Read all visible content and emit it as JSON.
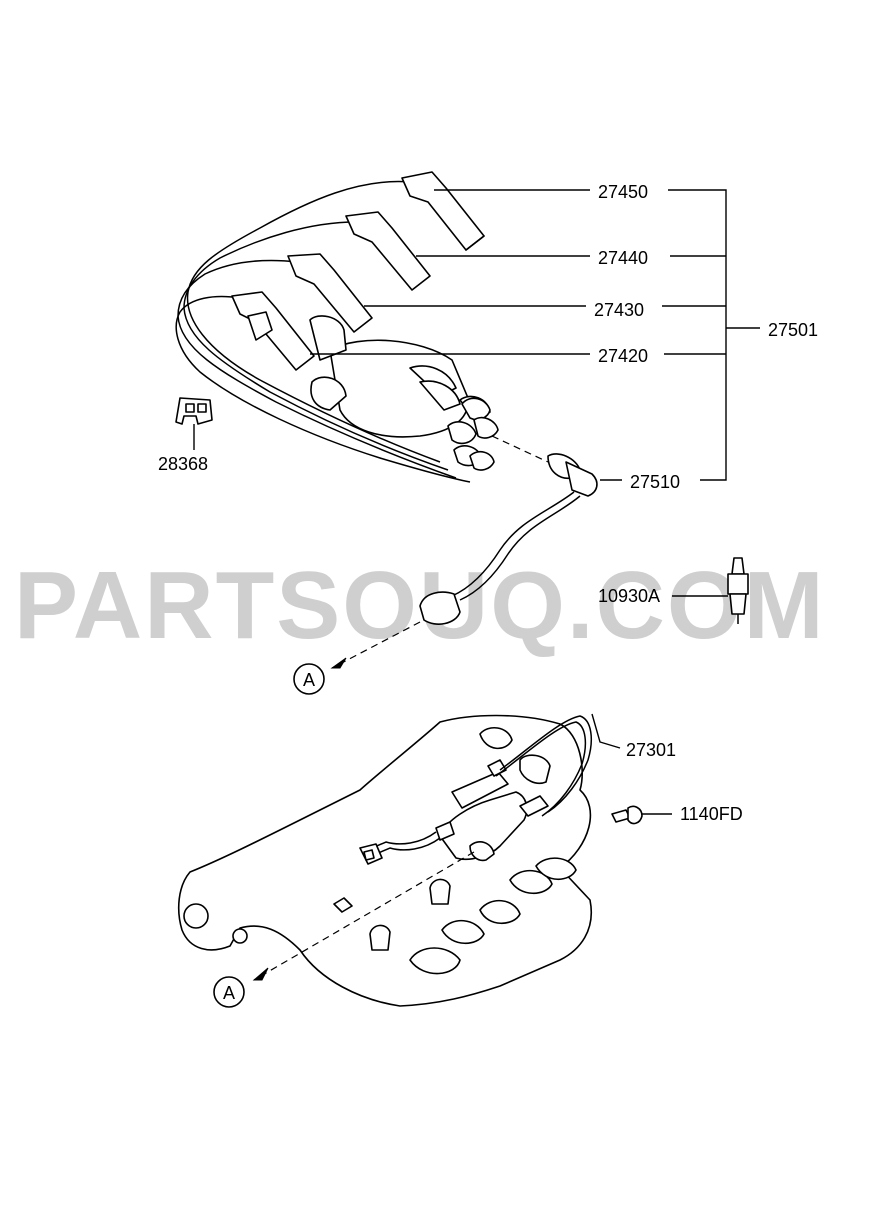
{
  "watermark": "PARTSOUQ.COM",
  "callouts": {
    "p27450": "27450",
    "p27440": "27440",
    "p27430": "27430",
    "p27420": "27420",
    "p27501": "27501",
    "p27510": "27510",
    "p28368": "28368",
    "p10930A": "10930A",
    "p27301": "27301",
    "p1140FD": "1140FD"
  },
  "reference_marks": {
    "upper": "A",
    "lower": "A"
  }
}
